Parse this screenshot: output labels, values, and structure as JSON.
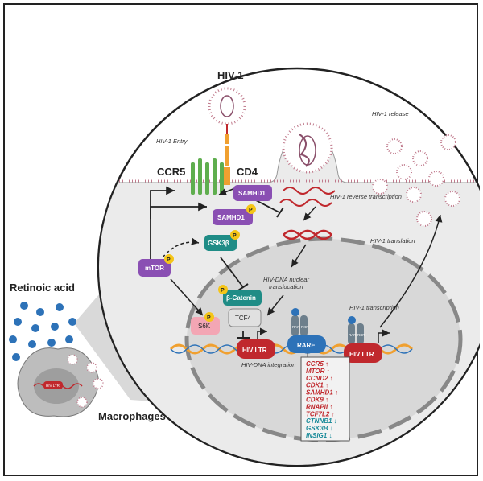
{
  "labels": {
    "hiv1": "HIV-1",
    "hiv1_entry": "HIV-1 Entry",
    "hiv1_release": "HIV-1 release",
    "ccr5": "CCR5",
    "cd4": "CD4",
    "reverse_transcription": "HIV-1 reverse transcription",
    "translation": "HIV-1 translation",
    "nuclear_translocation_1": "HIV-DNA nuclear",
    "nuclear_translocation_2": "translocation",
    "transcription": "HIV-1 transcription",
    "integration": "HIV-DNA integration",
    "retinoic_acid": "Retinoic acid",
    "macrophages": "Macrophages"
  },
  "nodes": {
    "samhd1_top": "SAMHD1",
    "samhd1_p": "SAMHD1",
    "gsk3b": "GSK3β",
    "mtor": "mTOR",
    "beta_catenin": "β-Catenin",
    "tcf4": "TCF4",
    "s6k": "S6K",
    "hiv_ltr_left": "HIV LTR",
    "hiv_ltr_right": "HIV LTR",
    "rare": "RARE",
    "rar": "RAR",
    "rxr": "RXR",
    "p": "P",
    "macrophage_ltr": "HIV LTR"
  },
  "gene_box": {
    "genes": [
      {
        "text": "CCR5 ↑",
        "dir": "up"
      },
      {
        "text": "MTOR ↑",
        "dir": "up"
      },
      {
        "text": "CCND2 ↑",
        "dir": "up"
      },
      {
        "text": "CDK1 ↑",
        "dir": "up"
      },
      {
        "text": "SAMHD1 ↑",
        "dir": "up"
      },
      {
        "text": "CDK9 ↑",
        "dir": "up"
      },
      {
        "text": "RNAPII ↑",
        "dir": "up"
      },
      {
        "text": "TCF7L2 ↑",
        "dir": "up"
      },
      {
        "text": "CTNNB1 ↓",
        "dir": "down"
      },
      {
        "text": "GSK3B ↓",
        "dir": "down"
      },
      {
        "text": "INSIG1 ↓",
        "dir": "down"
      }
    ]
  },
  "colors": {
    "purple": "#8a4fb3",
    "teal": "#1f8c86",
    "pink": "#f3a6b4",
    "red": "#c0282d",
    "blue_dot": "#2d72b8",
    "yellow": "#f5c518",
    "green": "#5fae4e",
    "orange_dna": "#f0a030"
  }
}
